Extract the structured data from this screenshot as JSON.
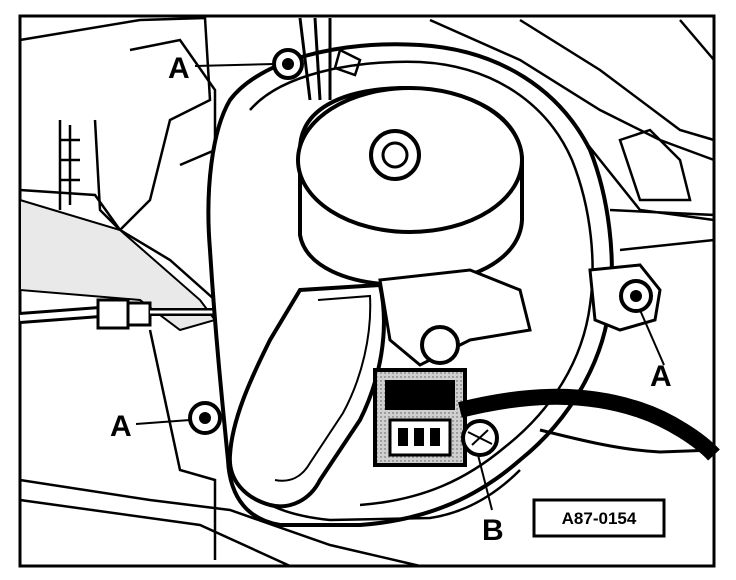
{
  "labels": {
    "a_top": "A",
    "a_left": "A",
    "a_right": "A",
    "b": "B"
  },
  "figure_id": "A87-0154",
  "colors": {
    "ink": "#000000",
    "paper": "#ffffff",
    "shade": "#d8d8d8"
  }
}
